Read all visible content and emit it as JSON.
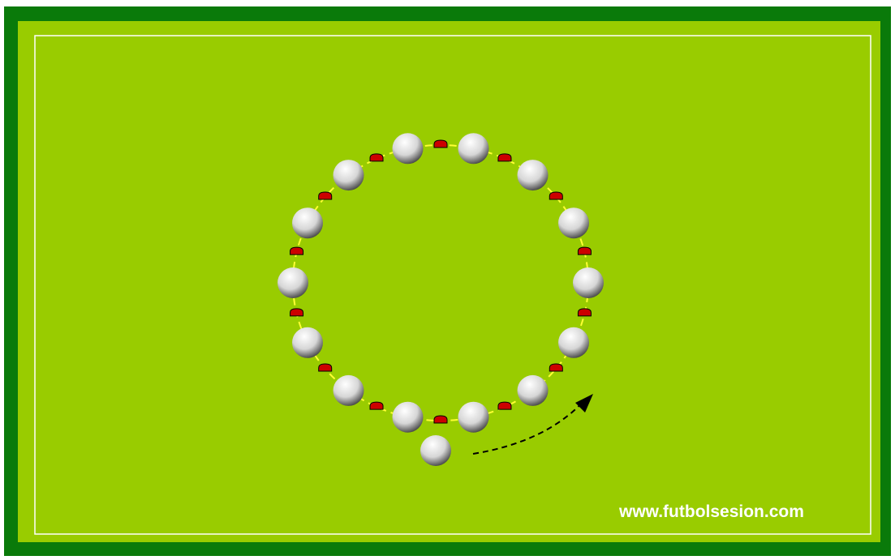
{
  "field": {
    "outer_color": "#0a7a0a",
    "pitch_color": "#99cc00",
    "line_color": "#ffffff"
  },
  "drill": {
    "circle_line_color": "#ffff33",
    "player_color": "#e8e8e8",
    "player_count_on_circle": 14,
    "extra_player_count": 1,
    "cone_color": "#cc0000",
    "cone_count": 14,
    "arrow_color": "#000000",
    "arrow_style": "dashed-curved"
  },
  "watermark": {
    "text": "www.futbolsesion.com"
  }
}
